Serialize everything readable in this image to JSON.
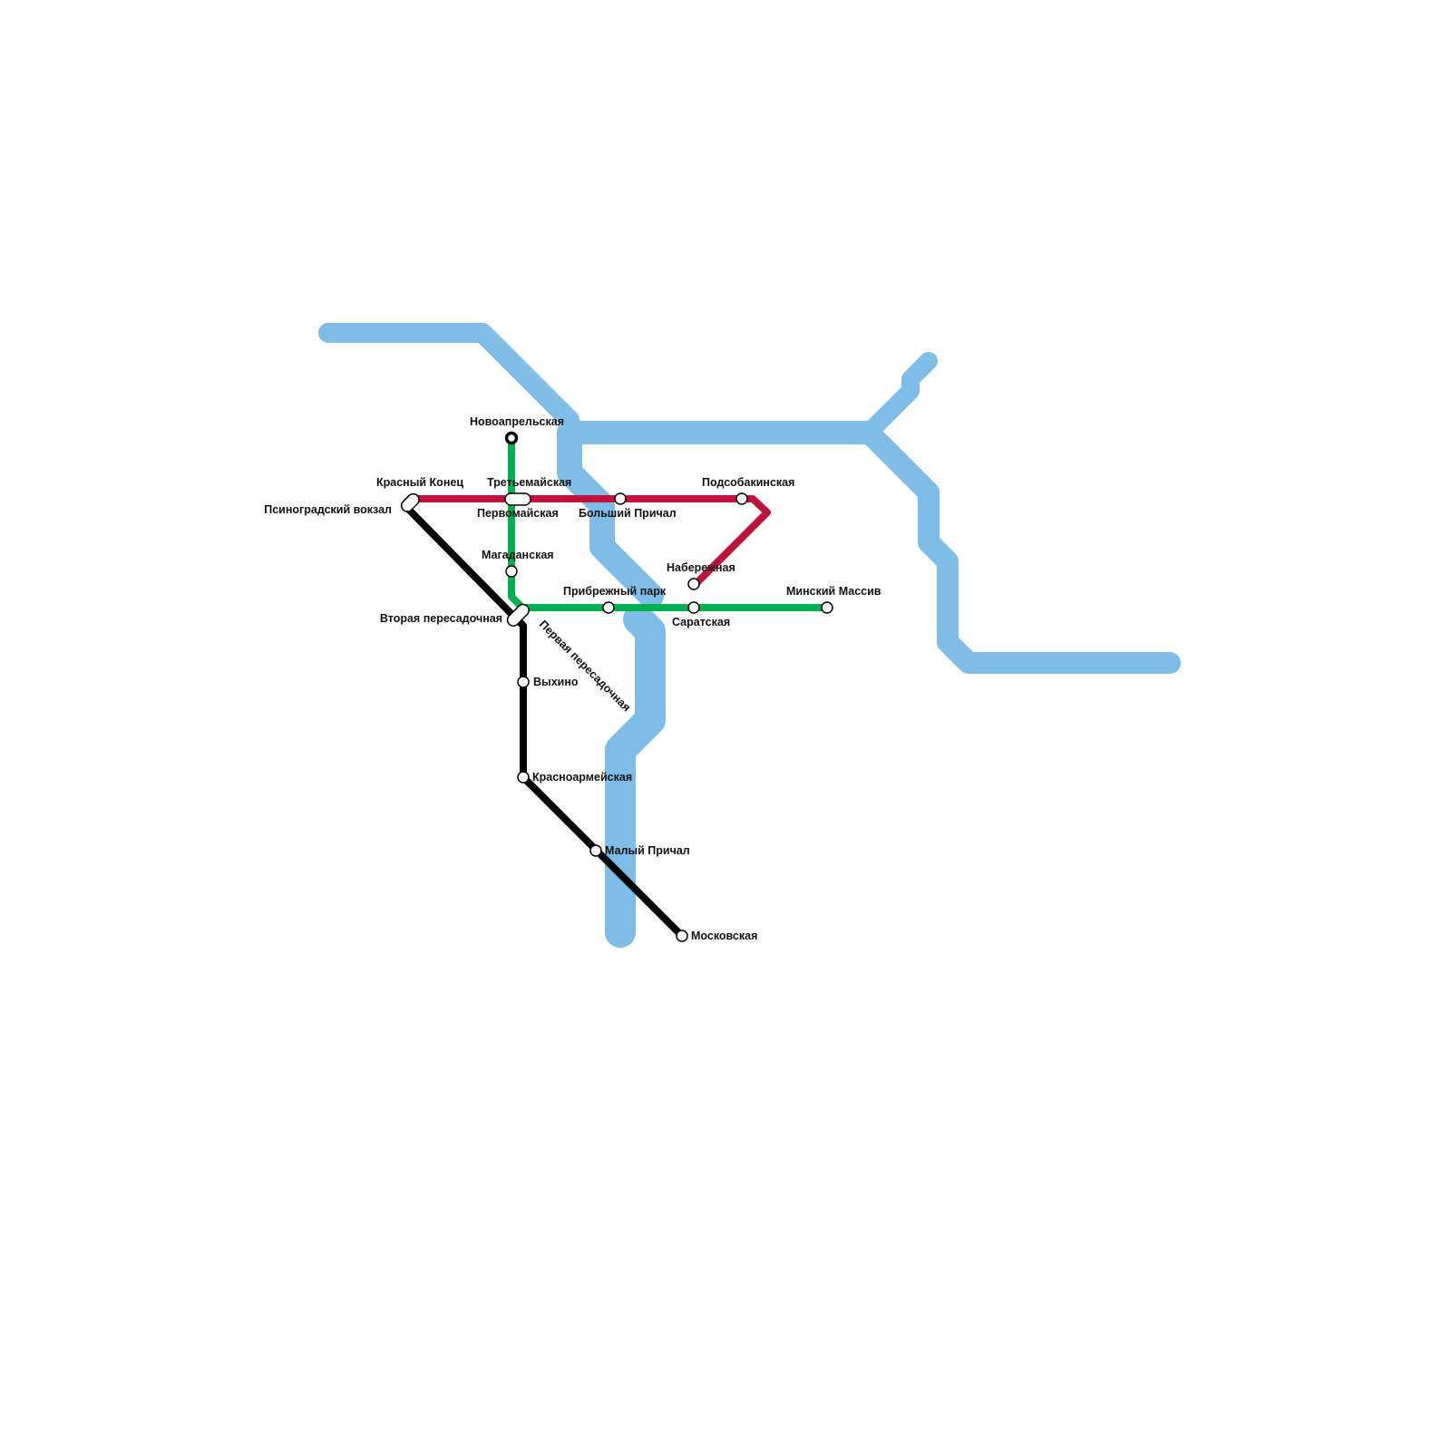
{
  "colors": {
    "background": "#ffffff",
    "water": "#7dbde8",
    "red_line": "#c0123c",
    "green_line": "#00b04f",
    "black_line": "#000000",
    "station_fill": "#ffffff",
    "station_stroke": "#000000"
  },
  "stations": {
    "novoaprelskaya": "Новоапрельская",
    "krasny_konets": "Красный Конец",
    "tretyemayskaya": "Третьемайская",
    "podsobakinskaya": "Подсобакинская",
    "psinogradsky_vokzal": "Псиноградский вокзал",
    "pervomayskaya": "Первомайская",
    "bolshoy_prichal": "Больший Причал",
    "magadanskaya": "Магаданская",
    "naberezhnaya": "Набережная",
    "pribrezhny_park": "Прибрежный парк",
    "minsky_massiv": "Минский Массив",
    "vtoraya_peresadochnaya": "Вторая пересадочная",
    "saratskaya": "Саратская",
    "pervaya_peresadochnaya": "Первая пересадочная",
    "vykhino": "Выхино",
    "krasnoarmeyskaya": "Красноармейская",
    "maly_prichal": "Малый Причал",
    "moskovskaya": "Московская"
  }
}
